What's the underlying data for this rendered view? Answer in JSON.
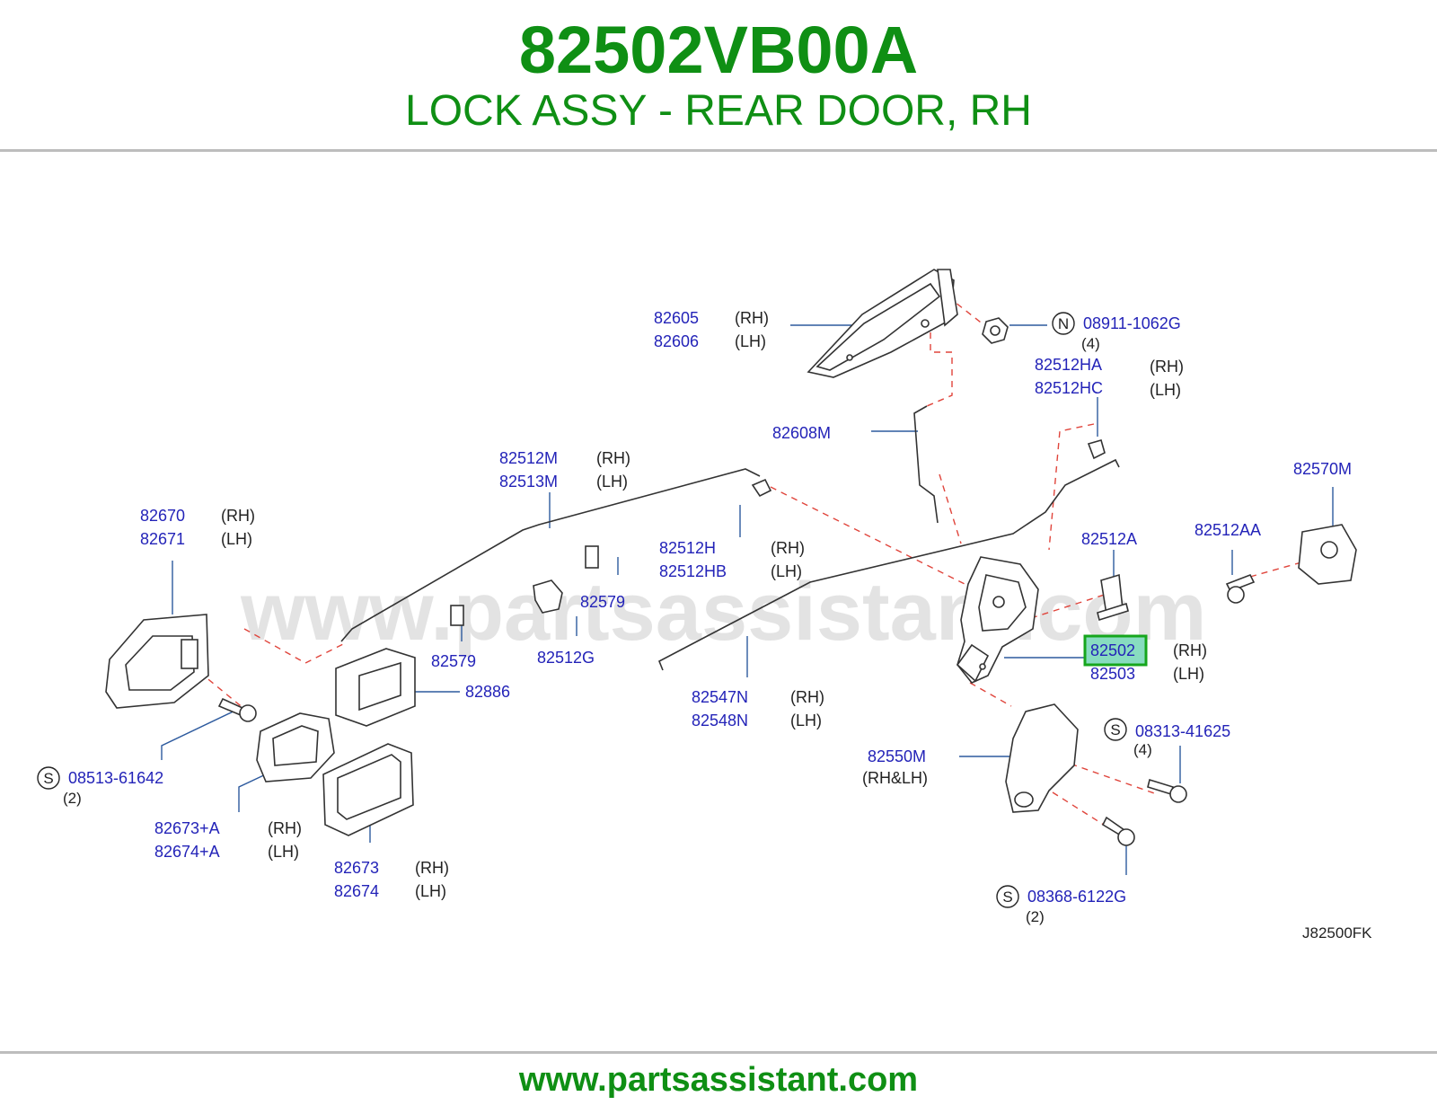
{
  "header": {
    "title": "82502VB00A",
    "subtitle": "LOCK ASSY - REAR DOOR, RH"
  },
  "watermark": "www.partsassistant.com",
  "footer": {
    "url": "www.partsassistant.com"
  },
  "diagram_code": "J82500FK",
  "colors": {
    "brand_green": "#0f8f14",
    "part_number_blue": "#2323b8",
    "leader_line": "#2d5a9e",
    "dashed_line": "#e0453c",
    "highlight_fill": "#88dcc0"
  },
  "callouts": {
    "c82605": {
      "pn1": "82605",
      "side1": "(RH)",
      "pn2": "82606",
      "side2": "(LH)"
    },
    "c08911": {
      "symbol": "N",
      "pn": "08911-1062G",
      "qty": "(4)"
    },
    "c82512HA": {
      "pn1": "82512HA",
      "side1": "(RH)",
      "pn2": "82512HC",
      "side2": "(LH)"
    },
    "c82608M": {
      "pn": "82608M"
    },
    "c82512M": {
      "pn1": "82512M",
      "side1": "(RH)",
      "pn2": "82513M",
      "side2": "(LH)"
    },
    "c82670": {
      "pn1": "82670",
      "side1": "(RH)",
      "pn2": "82671",
      "side2": "(LH)"
    },
    "c82512H": {
      "pn1": "82512H",
      "side1": "(RH)",
      "pn2": "82512HB",
      "side2": "(LH)"
    },
    "c82579a": {
      "pn": "82579"
    },
    "c82579b": {
      "pn": "82579"
    },
    "c82512G": {
      "pn": "82512G"
    },
    "c82570M": {
      "pn": "82570M"
    },
    "c82512A": {
      "pn": "82512A"
    },
    "c82512AA": {
      "pn": "82512AA"
    },
    "c82502": {
      "pn1": "82502",
      "side1": "(RH)",
      "pn2": "82503",
      "side2": "(LH)"
    },
    "c82886": {
      "pn": "82886"
    },
    "c82547N": {
      "pn1": "82547N",
      "side1": "(RH)",
      "pn2": "82548N",
      "side2": "(LH)"
    },
    "c08313": {
      "symbol": "S",
      "pn": "08313-41625",
      "qty": "(4)"
    },
    "c82550M": {
      "pn": "82550M",
      "note": "(RH&LH)"
    },
    "c08513": {
      "symbol": "S",
      "pn": "08513-61642",
      "qty": "(2)"
    },
    "c82673A": {
      "pn1": "82673+A",
      "side1": "(RH)",
      "pn2": "82674+A",
      "side2": "(LH)"
    },
    "c82673": {
      "pn1": "82673",
      "side1": "(RH)",
      "pn2": "82674",
      "side2": "(LH)"
    },
    "c08368": {
      "symbol": "S",
      "pn": "08368-6122G",
      "qty": "(2)"
    }
  }
}
